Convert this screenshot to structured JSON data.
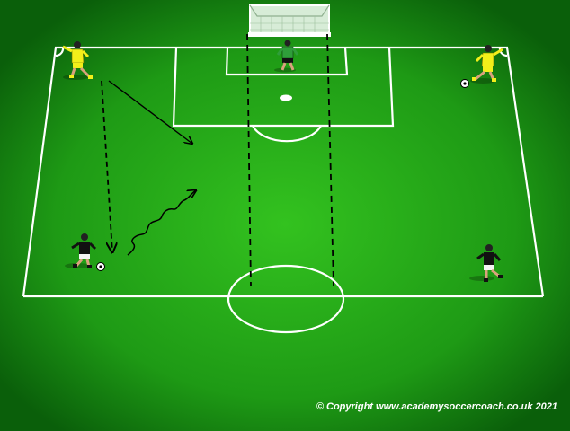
{
  "copyright": "© Copyright www.academysoccercoach.co.uk 2021",
  "colors": {
    "grass_light": "#33c21f",
    "grass_dark": "#0a5f0a",
    "lines": "#ffffff",
    "attacker_kit": "#f2ef1a",
    "defender_kit": "#111111",
    "goalkeeper_kit": "#2f9e3a",
    "movement_arrows": "#000000"
  },
  "players": [
    {
      "id": "attacker-left-wing",
      "role": "attacker",
      "has_ball": false
    },
    {
      "id": "attacker-right-wing",
      "role": "attacker",
      "has_ball": true
    },
    {
      "id": "goalkeeper",
      "role": "goalkeeper",
      "has_ball": false
    },
    {
      "id": "defender-left",
      "role": "defender",
      "has_ball": true
    },
    {
      "id": "defender-right",
      "role": "defender",
      "has_ball": false
    }
  ],
  "arrows": [
    {
      "id": "pass-dashed",
      "style": "dashed",
      "meaning": "pass"
    },
    {
      "id": "run-solid",
      "style": "solid",
      "meaning": "player run"
    },
    {
      "id": "dribble-wavy",
      "style": "wavy",
      "meaning": "dribble"
    }
  ]
}
